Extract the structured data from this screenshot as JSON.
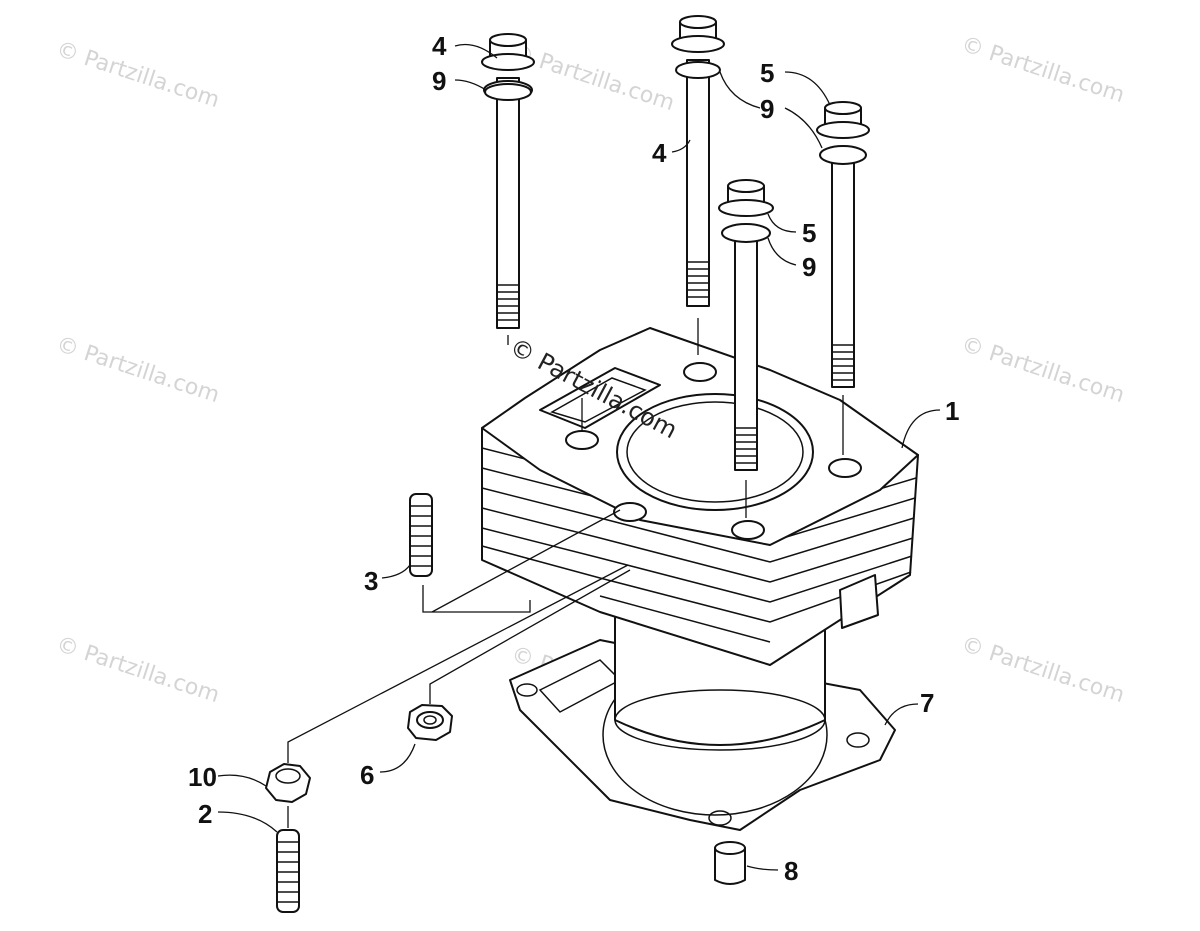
{
  "watermark": {
    "text": "© Partzilla.com"
  },
  "callouts": {
    "c1": "1",
    "c2": "2",
    "c3": "3",
    "c4a": "4",
    "c4b": "4",
    "c5a": "5",
    "c5b": "5",
    "c6": "6",
    "c7": "7",
    "c8": "8",
    "c9a": "9",
    "c9b": "9",
    "c9c": "9",
    "c10": "10"
  },
  "parts": [
    {
      "ref": "1",
      "name": "cylinder"
    },
    {
      "ref": "2",
      "name": "stud"
    },
    {
      "ref": "3",
      "name": "stud"
    },
    {
      "ref": "4",
      "name": "long-bolt"
    },
    {
      "ref": "5",
      "name": "short-bolt"
    },
    {
      "ref": "6",
      "name": "flange-nut"
    },
    {
      "ref": "7",
      "name": "cylinder-gasket"
    },
    {
      "ref": "8",
      "name": "dowel-pin"
    },
    {
      "ref": "9",
      "name": "washer"
    },
    {
      "ref": "10",
      "name": "flange-nut"
    }
  ]
}
